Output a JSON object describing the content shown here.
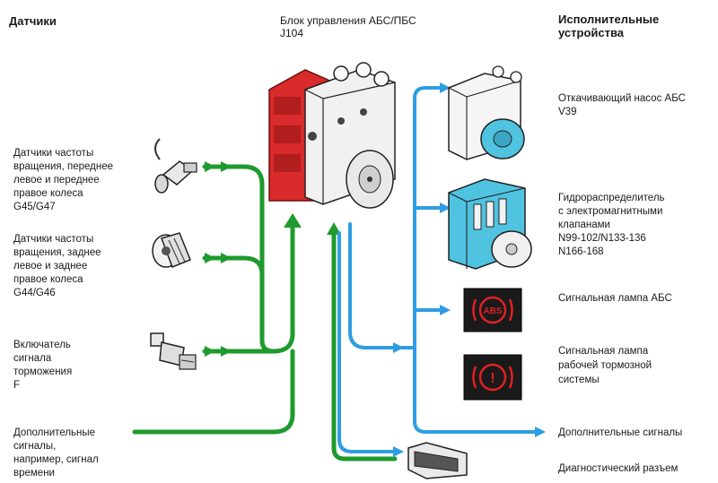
{
  "headers": {
    "sensors": "Датчики",
    "control_unit": "Блок управления АБС/ПБС\nJ104",
    "actuators": "Исполнительные\nустройства"
  },
  "sensors": [
    {
      "id": "front-wheel-speed",
      "label": "Датчики частоты\nвращения, переднее\nлевое и переднее\nправое колеса\nG45/G47"
    },
    {
      "id": "rear-wheel-speed",
      "label": "Датчики частоты\nвращения, заднее\nлевое и заднее\nправое колеса\nG44/G46"
    },
    {
      "id": "brake-switch",
      "label": "Включатель\nсигнала\nторможения\nF"
    },
    {
      "id": "additional-inputs",
      "label": "Дополнительные\nсигналы,\nнапример, сигнал\nвремени"
    }
  ],
  "actuators": [
    {
      "id": "return-pump",
      "label": "Откачивающий насос АБС\nV39"
    },
    {
      "id": "valve-block",
      "label": "Гидрораспределитель\nс электромагнитными\nклапанами\nN99-102/N133-136\nN166-168"
    },
    {
      "id": "abs-lamp",
      "label": "Сигнальная лампа АБС"
    },
    {
      "id": "brake-lamp",
      "label": "Сигнальная лампа\nрабочей тормозной\nсистемы"
    },
    {
      "id": "additional-outputs",
      "label": "Дополнительные сигналы"
    },
    {
      "id": "diagnostic-connector",
      "label": "Диагностический разъем"
    }
  ],
  "icons": {
    "abs_lamp_text": "ABS",
    "brake_lamp_text": "!"
  },
  "colors": {
    "input_flow": "#1f9a2e",
    "output_flow": "#2e9de3",
    "housing_red": "#d92b2b",
    "pump_cyan": "#4fc3e0",
    "lamp_red": "#e02020",
    "lamp_bg": "#1a1a1a"
  }
}
